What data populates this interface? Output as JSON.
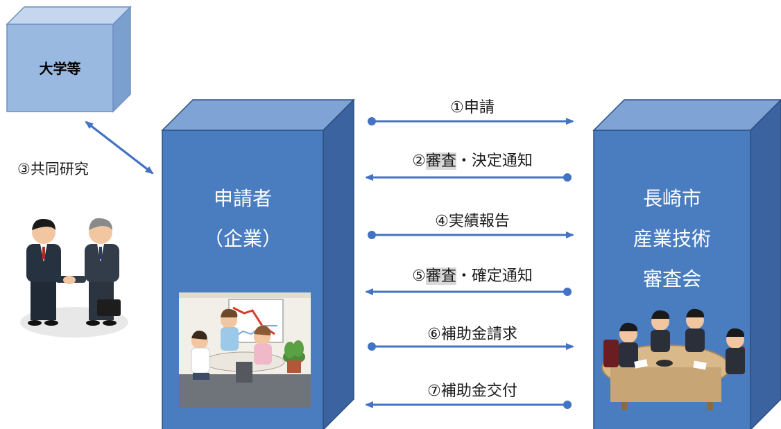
{
  "university": {
    "label": "大学等"
  },
  "collaboration": {
    "label": "③共同研究"
  },
  "applicant": {
    "line1": "申請者",
    "line2": "（企業）"
  },
  "committee": {
    "line1": "長崎市",
    "line2": "産業技術",
    "line3": "審査会"
  },
  "flows": [
    {
      "label": "①申請",
      "direction": "right"
    },
    {
      "prefix": "②",
      "highlight": "審査",
      "suffix": "・決定通知",
      "direction": "left"
    },
    {
      "label": "④実績報告",
      "direction": "right"
    },
    {
      "prefix": "⑤",
      "highlight": "審査",
      "suffix": "・確定通知",
      "direction": "left"
    },
    {
      "label": "⑥補助金請求",
      "direction": "right"
    },
    {
      "label": "⑦補助金交付",
      "direction": "left"
    }
  ],
  "colors": {
    "box_front": "#4a7cc0",
    "box_top": "#7ea3d4",
    "box_side": "#3a63a0",
    "box_edge": "#2d4f80",
    "univ_front": "#9ab9e0",
    "univ_top": "#c4d7ee",
    "univ_side": "#7b9fcf",
    "arrow": "#4472c4"
  },
  "icons": [
    "handshake-illustration",
    "office-meeting-illustration",
    "conference-meeting-illustration"
  ]
}
